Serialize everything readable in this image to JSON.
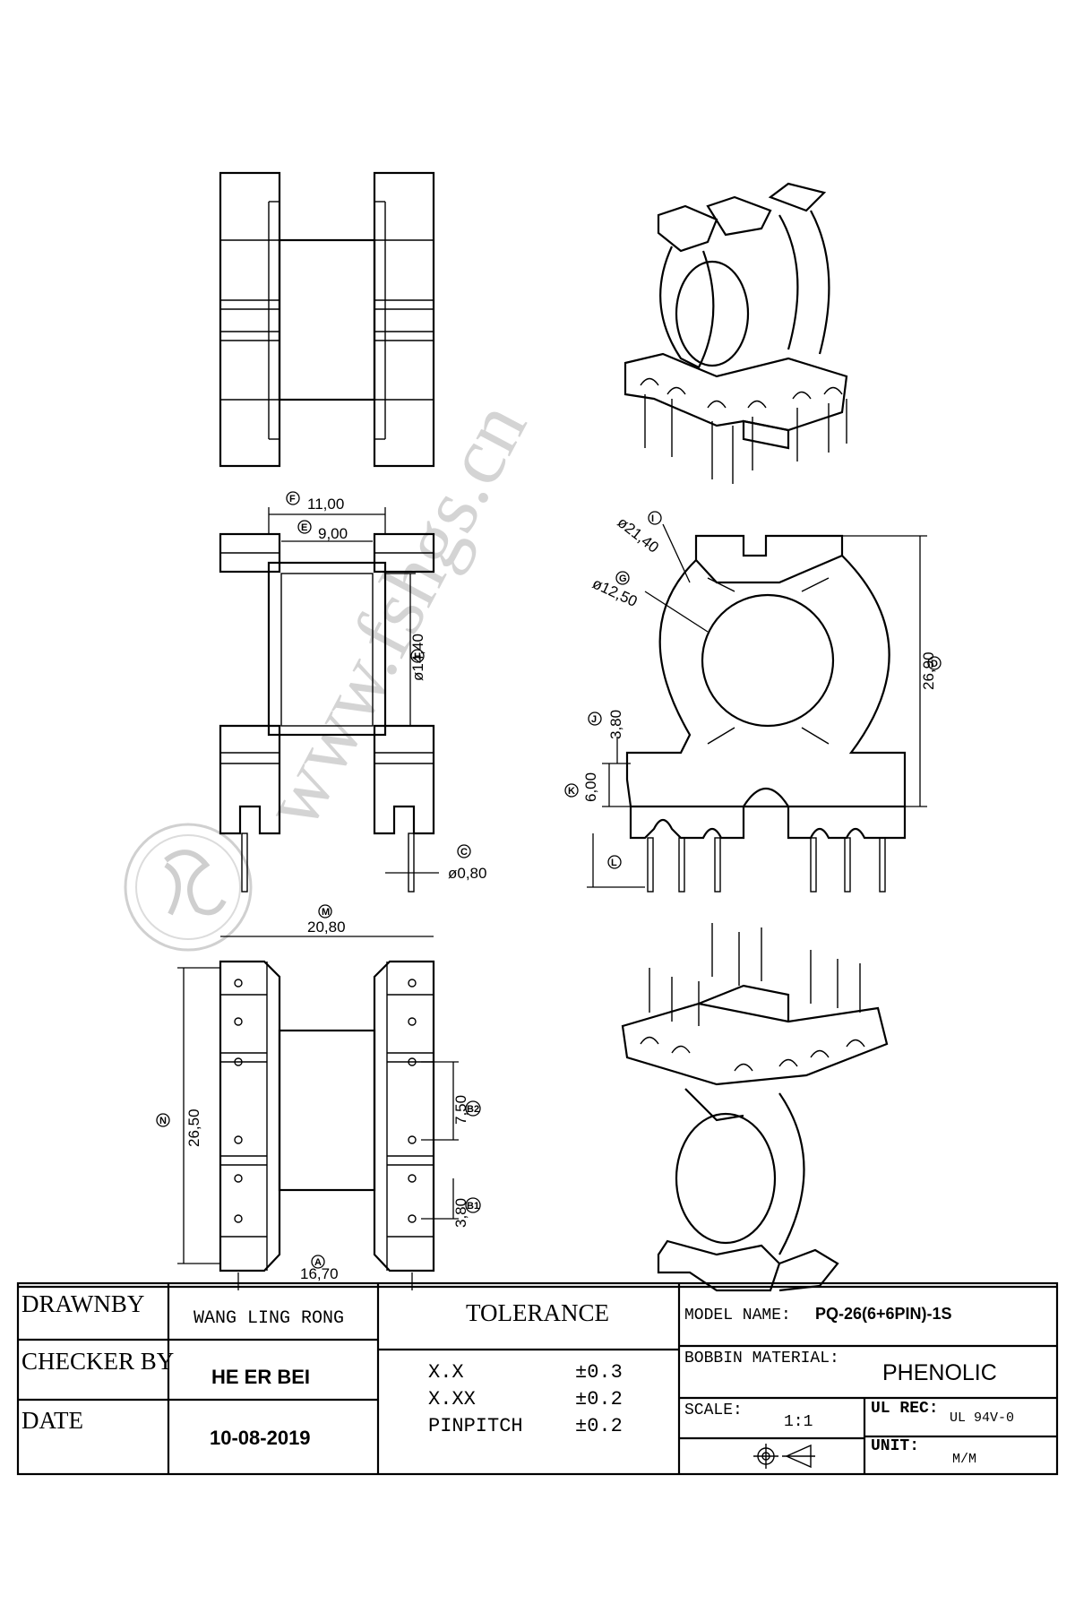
{
  "watermark": {
    "text": "www.fshgs.cn"
  },
  "dimensions": {
    "F": {
      "tag": "F",
      "value": "11,00"
    },
    "E": {
      "tag": "E",
      "value": "9,00"
    },
    "H": {
      "tag": "H",
      "value": "ø14,40"
    },
    "C": {
      "tag": "C",
      "value": "ø0,80"
    },
    "I": {
      "tag": "I",
      "value": "ø21,40"
    },
    "G": {
      "tag": "G",
      "value": "ø12,50"
    },
    "D": {
      "tag": "D",
      "value": "26,90"
    },
    "J": {
      "tag": "J",
      "value": "3,80"
    },
    "K": {
      "tag": "K",
      "value": "6,00"
    },
    "L": {
      "tag": "L"
    },
    "M": {
      "tag": "M",
      "value": "20,80"
    },
    "N": {
      "tag": "N",
      "value": "26,50"
    },
    "B2": {
      "tag": "B2",
      "value": "7,50"
    },
    "B1": {
      "tag": "B1",
      "value": "3,80"
    },
    "A": {
      "tag": "A",
      "value": "16,70"
    }
  },
  "title_block": {
    "drawn_by_label": "DRAWNBY",
    "drawn_by_value": "WANG LING RONG",
    "checker_label": "CHECKER BY",
    "checker_value": "HE ER BEI",
    "date_label": "DATE",
    "date_value": "10-08-2019",
    "tolerance_label": "TOLERANCE",
    "tolerance": [
      {
        "key": "X.X",
        "value": "±0.3"
      },
      {
        "key": "X.XX",
        "value": "±0.2"
      },
      {
        "key": "PINPITCH",
        "value": "±0.2"
      }
    ],
    "model_label": "MODEL NAME:",
    "model_value": "PQ-26(6+6PIN)-1S",
    "material_label": "BOBBIN MATERIAL:",
    "material_value": "PHENOLIC",
    "scale_label": "SCALE:",
    "scale_value": "1:1",
    "ul_label": "UL REC:",
    "ul_value": "UL 94V-0",
    "unit_label": "UNIT:",
    "unit_value": "M/M"
  }
}
